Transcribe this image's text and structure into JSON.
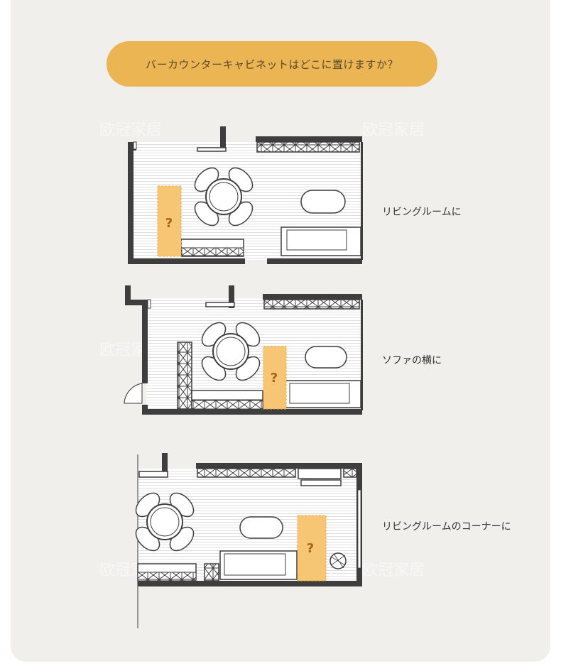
{
  "question": "バーカウンターキャビネットはどこに置けますか？",
  "options": [
    {
      "label": "リビングルームに",
      "marker": "?"
    },
    {
      "label": "ソファの横に",
      "marker": "?"
    },
    {
      "label": "リビングルームのコーナーに",
      "marker": "?"
    }
  ],
  "colors": {
    "background": "#f1efeb",
    "accent": "#ecb553",
    "wall": "#3e3e3e",
    "floor": "#ffffff",
    "marker_fill": "#f6c674"
  }
}
